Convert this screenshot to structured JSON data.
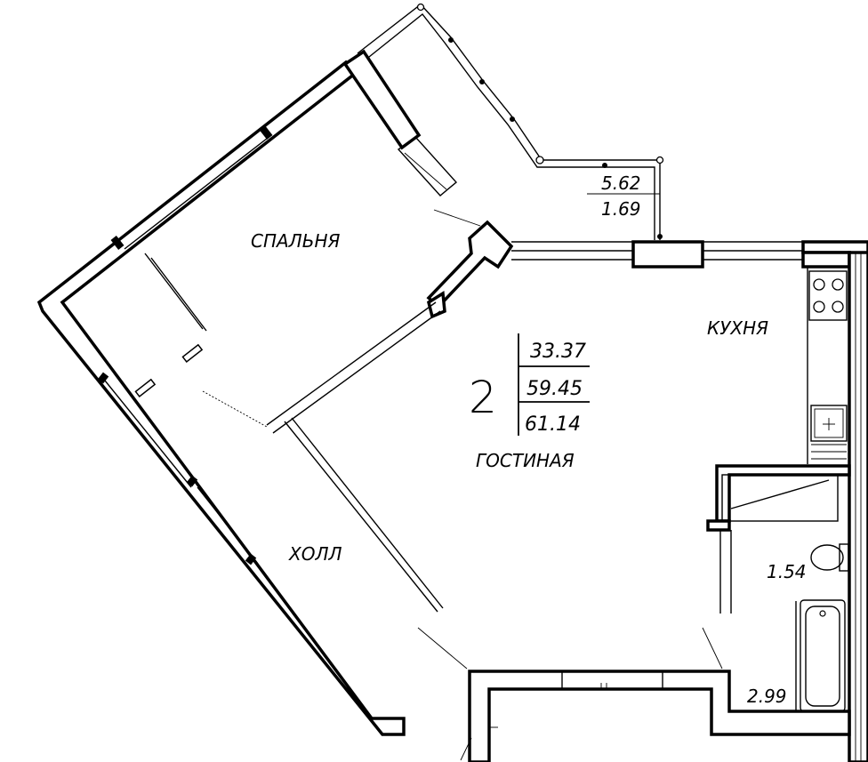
{
  "plan": {
    "rooms_count": "2",
    "area_living": "33.37",
    "area_total": "59.45",
    "area_total_with_balcony": "61.14",
    "rooms": {
      "bedroom": "СПАЛЬНЯ",
      "kitchen": "КУХНЯ",
      "living": "ГОСТИНАЯ",
      "hall": "ХОЛЛ"
    },
    "balcony": {
      "area": "5.62",
      "area_reduced": "1.69"
    },
    "toilet": {
      "area": "1.54"
    },
    "bathroom": {
      "area": "2.99"
    }
  }
}
